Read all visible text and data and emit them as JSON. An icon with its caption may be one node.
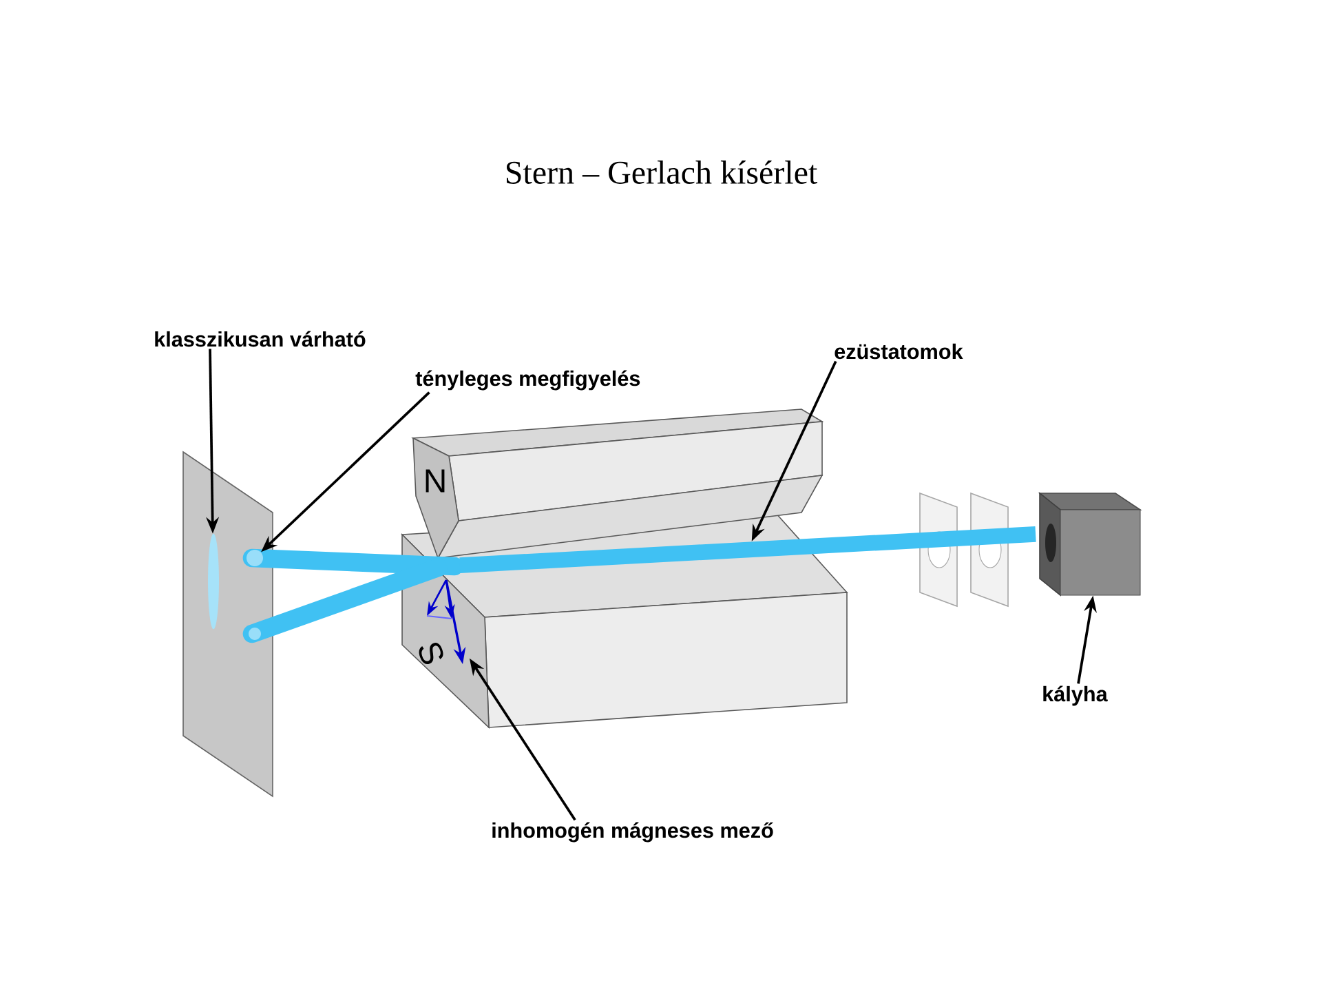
{
  "diagram": {
    "title": "Stern – Gerlach kísérlet",
    "nodes": [
      {
        "text": [
          "klasszikusan várható"
        ]
      },
      {
        "text": [
          "tényleges megfigyelés"
        ]
      },
      {
        "text": [
          "ezüstatomok"
        ]
      },
      {
        "text": [
          "inhomogén mágneses mező"
        ]
      },
      {
        "text": [
          "kályha"
        ]
      },
      {
        "text": [],
        "shape": "bar"
      },
      {
        "text": [],
        "shape": "circle"
      },
      {
        "text": [],
        "shape": "picture"
      },
      {
        "text": [],
        "shape": "bar"
      },
      {
        "text": [],
        "shape": "box"
      }
    ],
    "edges": [
      {
        "from": 0,
        "to": 5,
        "arrow": "to"
      },
      {
        "from": 1,
        "to": 6,
        "arrow": "to"
      },
      {
        "from": 2,
        "to": 8,
        "arrow": "to"
      },
      {
        "from": 3,
        "to": 7,
        "arrow": "to"
      },
      {
        "from": 4,
        "to": 9,
        "arrow": "to"
      }
    ],
    "labels": [
      "N",
      "S"
    ]
  }
}
